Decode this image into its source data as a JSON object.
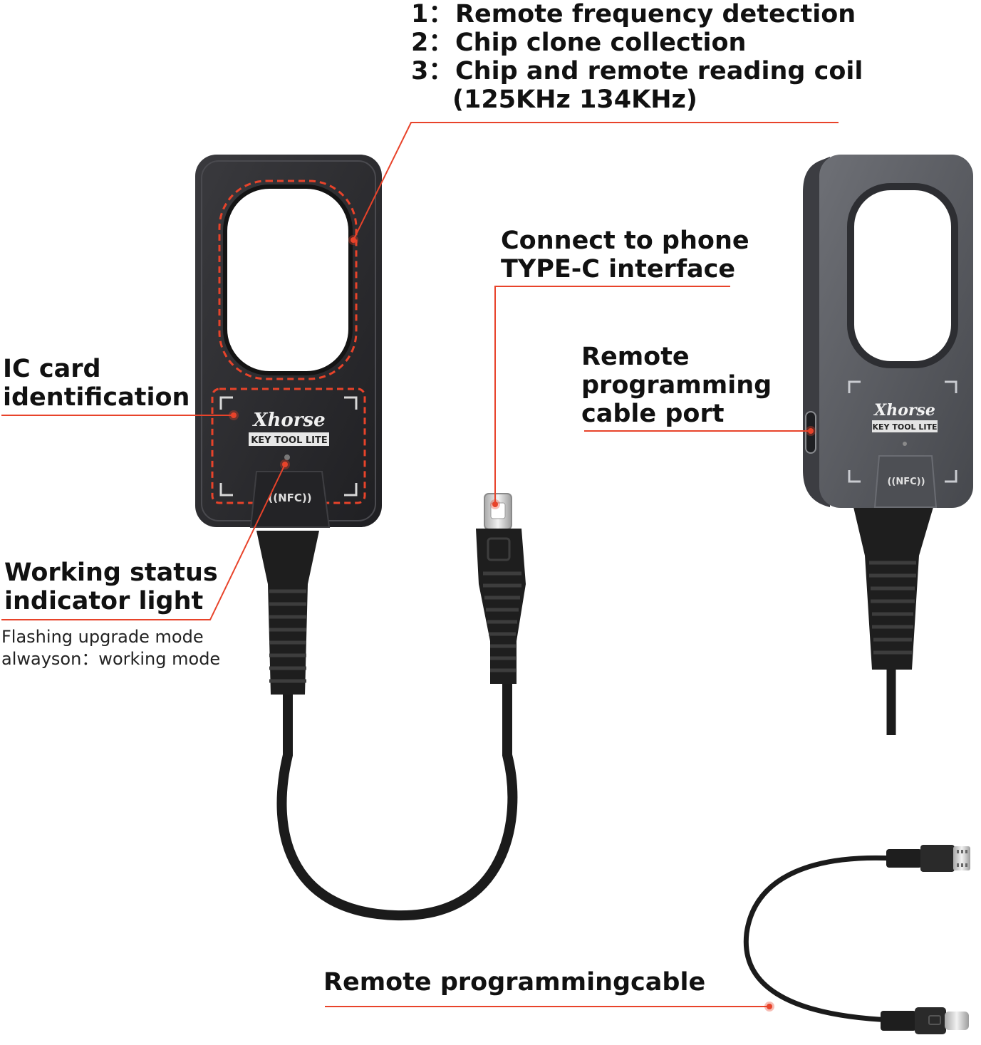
{
  "colors": {
    "accent": "#e8432a",
    "device_body": "#2b2b2e",
    "device_body_gray": "#5b5d63",
    "cable": "#1b1b1b",
    "connector": "#d6d6d6"
  },
  "features": {
    "items": [
      {
        "num": "1：",
        "text": "Remote frequency detection"
      },
      {
        "num": "2：",
        "text": "Chip clone collection"
      },
      {
        "num": "3：",
        "text": "Chip and remote reading coil"
      }
    ],
    "frequencies": "(125KHz  134KHz)"
  },
  "phone_connector": {
    "line1": "Connect to phone",
    "line2": "TYPE-C interface"
  },
  "cable_port": {
    "line1": "Remote",
    "line2": "programming",
    "line3": "cable port"
  },
  "ic_card": {
    "line1": "IC card",
    "line2": "identification"
  },
  "status_light": {
    "line1": "Working status",
    "line2": "indicator light",
    "note1": "Flashing upgrade mode",
    "note2": "alwayson：working mode"
  },
  "programming_cable": {
    "label": "Remote programmingcable"
  },
  "device": {
    "brand": "Xhorse",
    "model": "KEY TOOL LITE",
    "nfc": "((NFC))"
  }
}
